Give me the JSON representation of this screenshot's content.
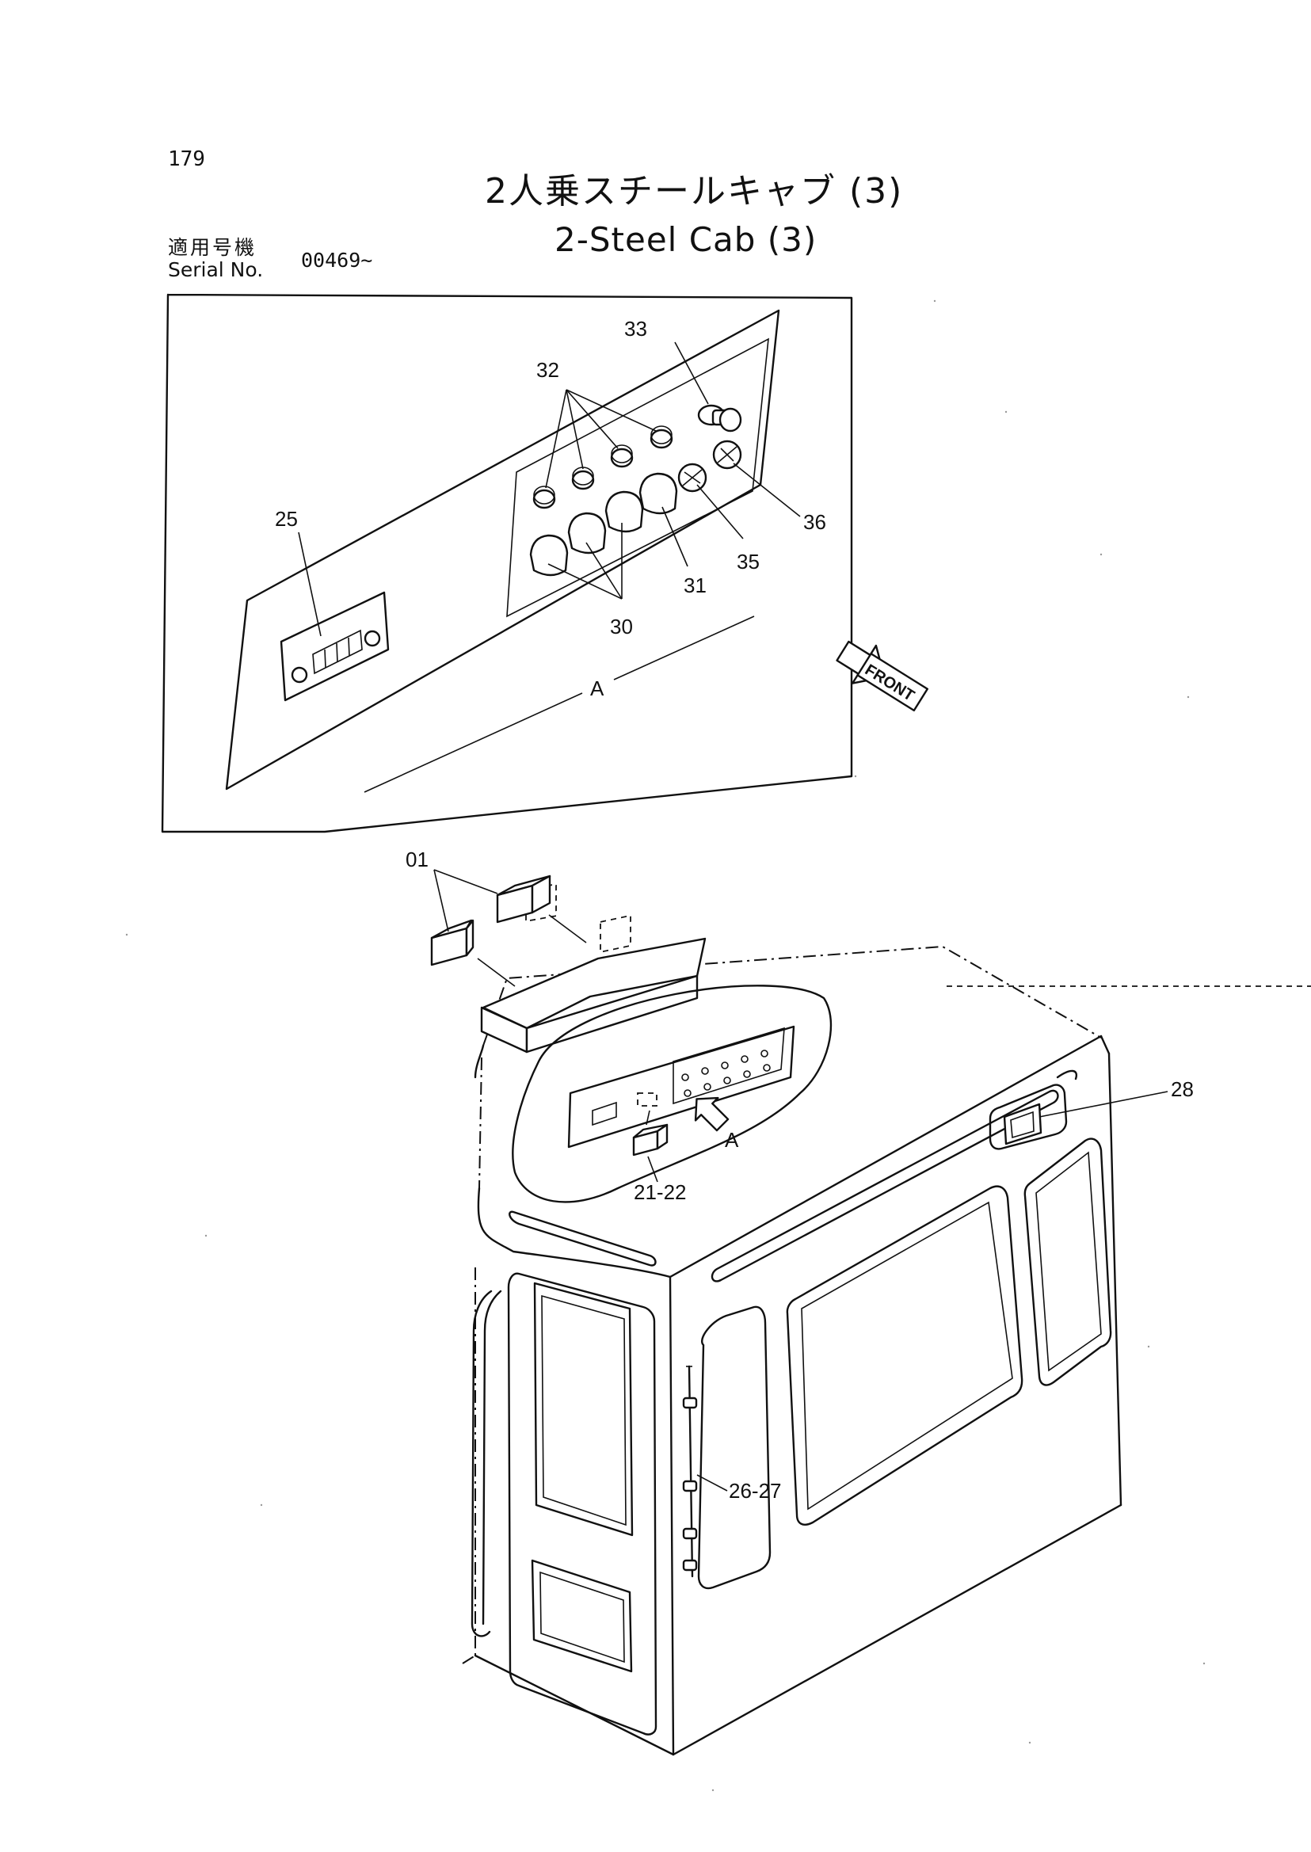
{
  "page_number": "179",
  "title_jp": "2人乗スチールキャブ (3)",
  "title_en": "2-Steel Cab (3)",
  "serial": {
    "label_jp": "適用号機",
    "label_en": "Serial No.",
    "value": "00469~"
  },
  "view_a": {
    "label": "A",
    "callouts": {
      "c25": "25",
      "c30": "30",
      "c31": "31",
      "c32": "32",
      "c33": "33",
      "c35": "35",
      "c36": "36"
    }
  },
  "front_arrow_label": "FRONT",
  "cab": {
    "view_arrow_label": "A",
    "callouts": {
      "c01": "01",
      "c21_22": "21-22",
      "c26_27": "26-27",
      "c28": "28"
    }
  }
}
